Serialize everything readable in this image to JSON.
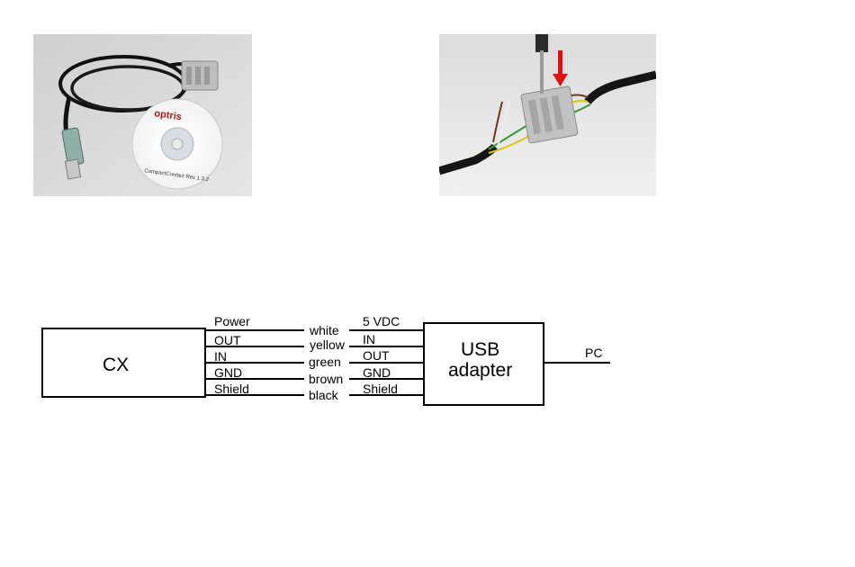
{
  "photos": {
    "left": {
      "disc_text": "CompactContact Rev 1.3.2",
      "logo_text": "optris"
    },
    "right": {
      "arrow_color": "#e01010"
    }
  },
  "diagram": {
    "cx_label": "CX",
    "usb_label_line1": "USB",
    "usb_label_line2": "adapter",
    "pc_label": "PC",
    "wires": [
      {
        "left": "Power",
        "color": "white",
        "right": "5 VDC"
      },
      {
        "left": "OUT",
        "color": "yellow",
        "right": "IN"
      },
      {
        "left": "IN",
        "color": "green",
        "right": "OUT"
      },
      {
        "left": "GND",
        "color": "brown",
        "right": "GND"
      },
      {
        "left": "Shield",
        "color": "black",
        "right": "Shield"
      }
    ]
  }
}
